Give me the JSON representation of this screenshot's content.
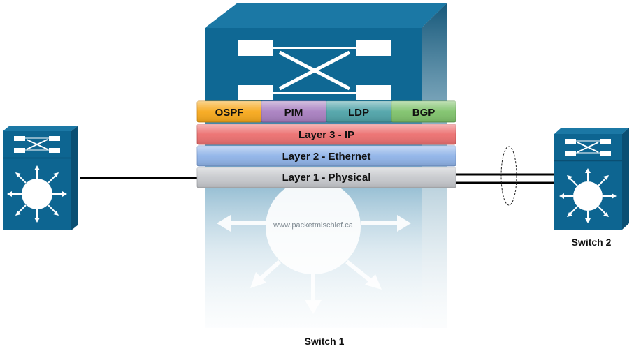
{
  "protocols": [
    {
      "label": "OSPF",
      "color": "#f7a81b"
    },
    {
      "label": "PIM",
      "color": "#a87fc0"
    },
    {
      "label": "LDP",
      "color": "#4fa3a8"
    },
    {
      "label": "BGP",
      "color": "#7fc26b"
    }
  ],
  "layers": [
    {
      "label": "Layer 3 - IP",
      "color": "#ec6f6f"
    },
    {
      "label": "Layer 2 - Ethernet",
      "color": "#8fb3e8"
    },
    {
      "label": "Layer 1 - Physical",
      "color": "#c6c8cc"
    }
  ],
  "watermark": "www.packetmischief.ca",
  "switches": {
    "center": "Switch 1",
    "right": "Switch 2"
  },
  "colors": {
    "switch_face": "#0d6591",
    "switch_side": "#0a4f73",
    "switch_top": "#1a7aa8",
    "link": "#000000"
  },
  "icons": [
    "crossed-arrows-icon",
    "hub-arrows-icon",
    "port-channel-icon"
  ]
}
